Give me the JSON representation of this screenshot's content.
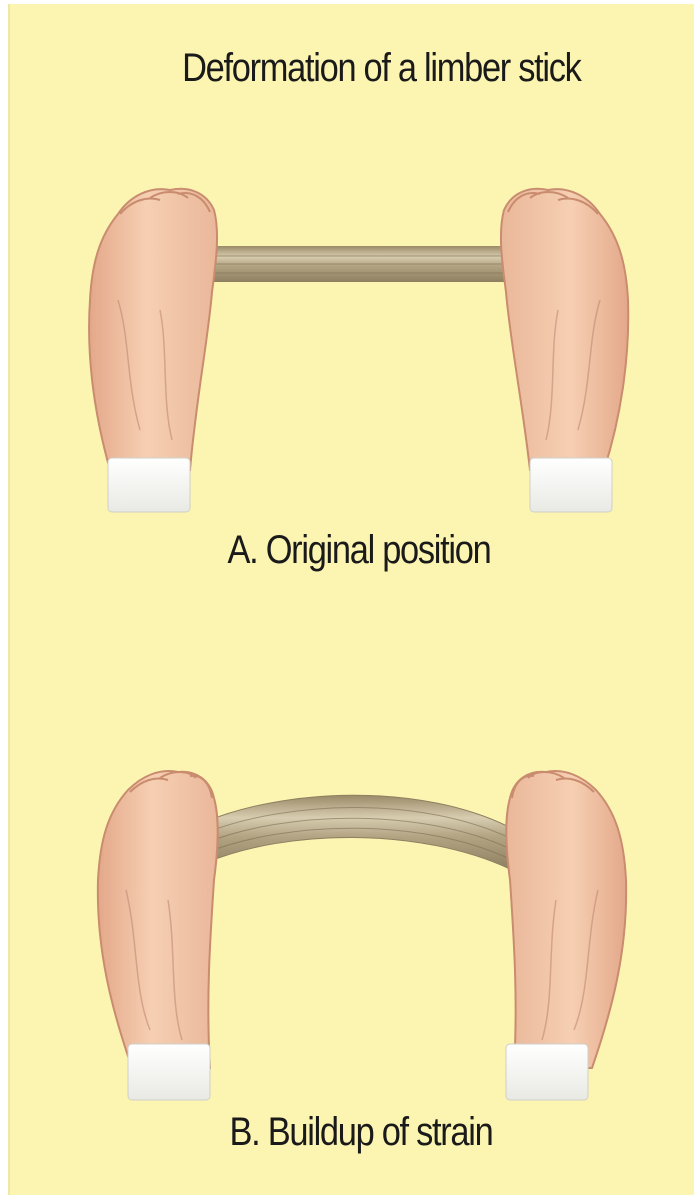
{
  "diagram": {
    "title": "Deformation of a limber stick",
    "panels": [
      {
        "label": "A. Original position"
      },
      {
        "label": "B. Buildup of strain"
      }
    ]
  },
  "colors": {
    "background": "#fcf5b2",
    "skin": "#f2c3a2",
    "skin_shadow": "#d99c7e",
    "stick": "#b3a484",
    "cuff": "#ffffff",
    "text": "#1a1a1a"
  }
}
